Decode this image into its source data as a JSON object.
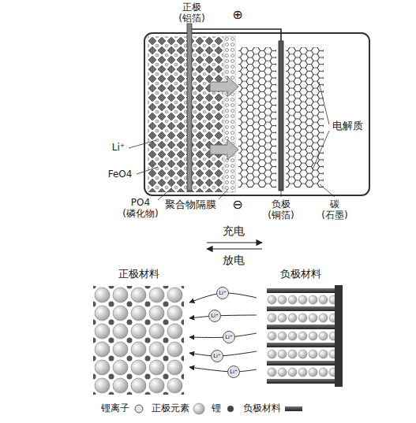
{
  "diagram": {
    "nodes": [
      {
        "text": [
          "正极材料"
        ]
      },
      {
        "text": [
          "负极材料"
        ]
      }
    ],
    "edges": [
      {
        "from": 1,
        "to": 0,
        "arrow": "to",
        "label": "Li⁺"
      },
      {
        "from": 1,
        "to": 0,
        "arrow": "to",
        "label": "Li⁺"
      },
      {
        "from": 1,
        "to": 0,
        "arrow": "to",
        "label": "Li⁺"
      },
      {
        "from": 1,
        "to": 0,
        "arrow": "to",
        "label": "Li⁺"
      },
      {
        "from": 1,
        "to": 0,
        "arrow": "to",
        "label": "Li⁺"
      }
    ],
    "labels": [
      "正极 (铝箔)",
      "⊕",
      "电解质",
      "Li⁺",
      "FeO4",
      "PO4 (磷化物)",
      "聚合物隔膜",
      "⊖",
      "负极 (铜箔)",
      "碳 (石墨)",
      "充电",
      "放电"
    ],
    "legend": [
      {
        "text": "锂离子"
      },
      {
        "text": "正极元素"
      },
      {
        "text": "锂"
      },
      {
        "text": "负极材料"
      }
    ]
  }
}
